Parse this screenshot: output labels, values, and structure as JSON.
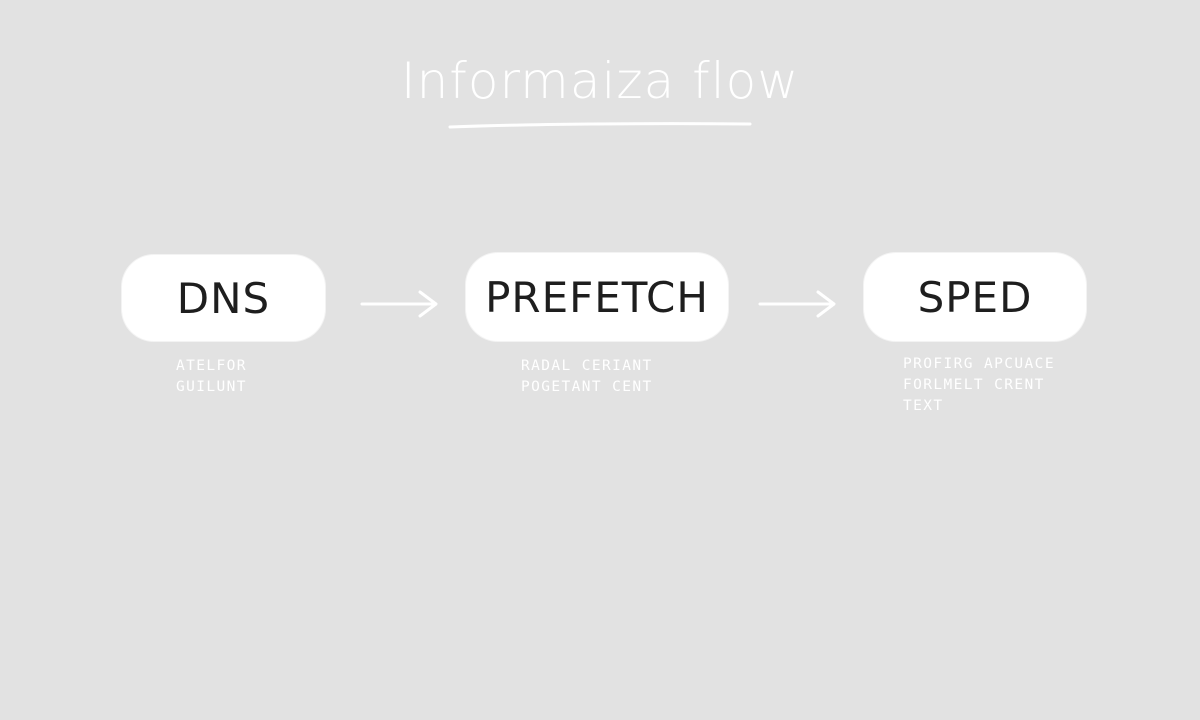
{
  "title": "Informaiza flow",
  "nodes": [
    {
      "label": "DNS",
      "caption": [
        "ATELFOR",
        "GUILUNT"
      ]
    },
    {
      "label": "PREFETCH",
      "caption": [
        "RADAL CERIANT",
        "POGETANT CENT"
      ]
    },
    {
      "label": "SPED",
      "caption": [
        "PROFIRG APCUACE",
        "FORLMELT CRENT",
        "TEXT"
      ]
    }
  ],
  "colors": {
    "background": "#e2e2e2",
    "node_fill": "#ffffff",
    "node_text": "#1e1e1e",
    "annotation": "#ffffff"
  }
}
